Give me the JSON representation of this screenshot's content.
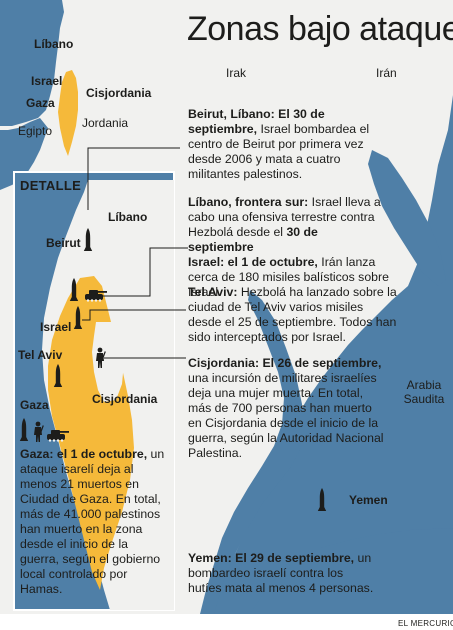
{
  "title": "Zonas bajo ataque",
  "credit": "EL MERCURIO",
  "colors": {
    "sea": "#4f7fa7",
    "land": "#f1f1ef",
    "highlight": "#f5b93a",
    "ink": "#1d1d1b"
  },
  "overview_labels": {
    "libano": "Líbano",
    "israel": "Israel",
    "gaza": "Gaza",
    "cisjordania": "Cisjordania",
    "jordania": "Jordania",
    "egipto": "Egipto",
    "irak": "Irak",
    "iran": "Irán",
    "arabia": [
      "Arabia",
      "Saudita"
    ],
    "yemen": "Yemen"
  },
  "detail": {
    "heading": "DETALLE",
    "labels": {
      "libano": "Líbano",
      "beirut": "Beirut",
      "israel": "Israel",
      "tel_aviv": "Tel Aviv",
      "gaza": "Gaza",
      "cisjordania": "Cisjordania"
    },
    "gaza_note": {
      "heading": "Gaza: el 1 de octubre,",
      "body": "un ataque isarelí deja al menos 21 muertos en Ciudad de Gaza. En total, más de 41.000 palestinos han muerto en la zona desde el inicio de la guerra, según el gobierno local controlado por Hamas."
    }
  },
  "icons": [
    "missile-icon",
    "tank-icon",
    "soldier-icon"
  ],
  "stories": {
    "beirut": {
      "heading": "Beirut, Líbano: El 30 de septiembre,",
      "body": "Israel bombardea el centro de Beirut por primera vez desde 2006 y mata a cuatro militantes palestinos."
    },
    "libano_sur": {
      "heading": "Líbano, frontera sur:",
      "body": "Israel lleva a cabo una ofensiva terrestre contra Hezbolá desde el",
      "tail": "30 de septiembre"
    },
    "israel": {
      "heading": "Israel: el 1 de octubre,",
      "body": "Irán lanza cerca de 180 misiles balísticos sobre Israel."
    },
    "tel_aviv": {
      "heading": "Tel Aviv:",
      "body": "Hezbolá ha lanzado sobre la ciudad de Tel Aviv varios misiles desde el 25 de septiembre. Todos han sido interceptados por Israel."
    },
    "cisjordania": {
      "heading": "Cisjordania: El 26 de septiembre,",
      "body": "una incursión de militares israelíes deja una mujer muerta. En total, más de 700 personas han muerto en Cisjordania desde el inicio de la guerra, según la Autoridad Nacional Palestina."
    },
    "yemen": {
      "heading": "Yemen: El 29 de septiembre,",
      "body": "un bombardeo israelí contra los hutíes mata al menos 4 personas."
    }
  }
}
